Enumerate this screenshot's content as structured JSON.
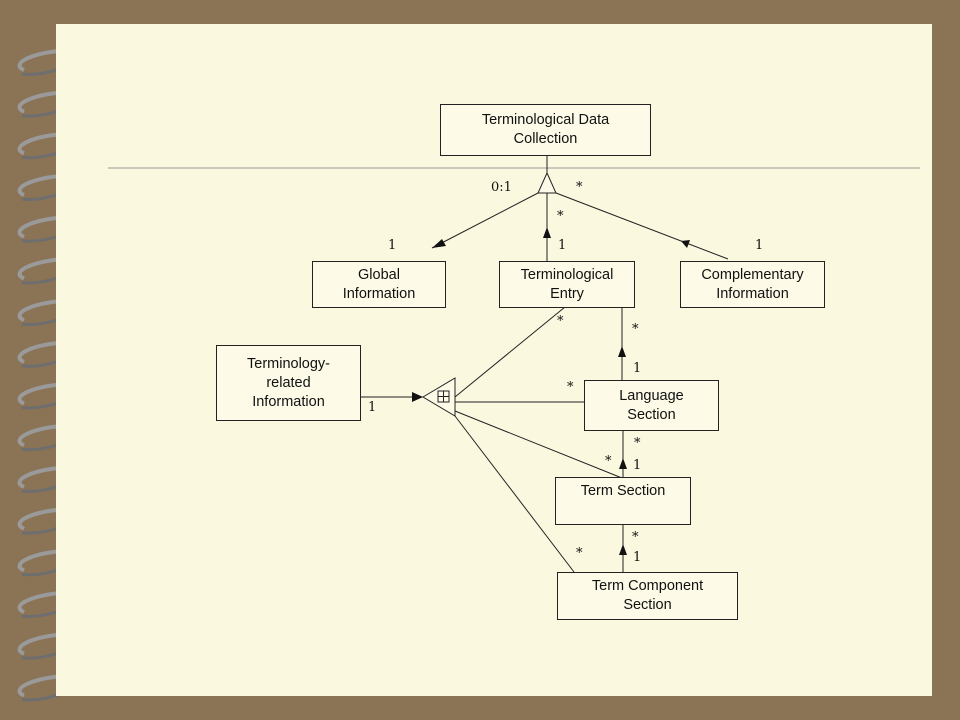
{
  "diagram": {
    "boxes": {
      "tdc": "Terminological Data\nCollection",
      "global": "Global\nInformation",
      "entry": "Terminological\nEntry",
      "complementary": "Complementary\nInformation",
      "terminology_related": "Terminology-\nrelated\nInformation",
      "language_section": "Language\nSection",
      "term_section": "Term Section",
      "term_component": "Term Component\nSection"
    },
    "multiplicities": {
      "tdc_left": "0:1",
      "tdc_right": "*",
      "tdc_down": "*",
      "global_end": "1",
      "entry_end": "1",
      "complementary_end": "1",
      "entry_to_ref": "*",
      "entry_to_lang": "*",
      "lang_from_entry": "1",
      "ref_from_tri": "1",
      "lang_to_ref": "*",
      "lang_to_term": "*",
      "term_to_ref": "*",
      "term_from_lang": "1",
      "term_to_comp": "*",
      "comp_to_ref": "*",
      "comp_from_term": "1"
    }
  }
}
